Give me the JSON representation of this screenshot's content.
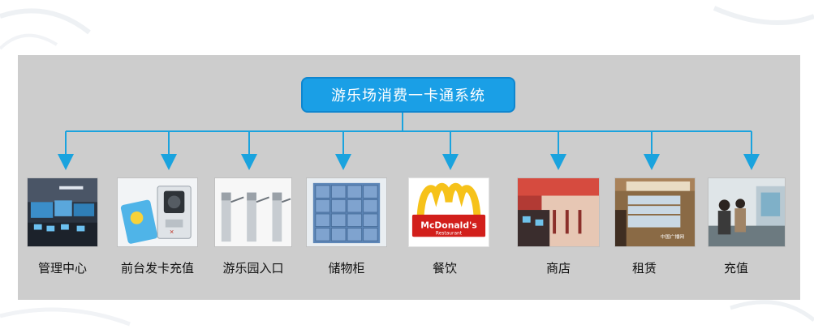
{
  "title": "游乐场消费一卡通系统",
  "nodes": [
    {
      "id": "management",
      "label": "管理中心"
    },
    {
      "id": "front-desk",
      "label": "前台发卡充值"
    },
    {
      "id": "entrance",
      "label": "游乐园入口"
    },
    {
      "id": "lockers",
      "label": "储物柜"
    },
    {
      "id": "dining",
      "label": "餐饮",
      "logo_text": "McDonald's",
      "logo_subtext": "Restaurant"
    },
    {
      "id": "shop",
      "label": "商店"
    },
    {
      "id": "rental",
      "label": "租赁",
      "sign_text": "中国广播网"
    },
    {
      "id": "recharge",
      "label": "充值"
    }
  ],
  "colors": {
    "title_fill": "#1a9fe6",
    "connector": "#1aa3de",
    "panel": "#cdcdcd",
    "logo_red": "#d21f1b",
    "logo_yellow": "#f6c21a"
  }
}
